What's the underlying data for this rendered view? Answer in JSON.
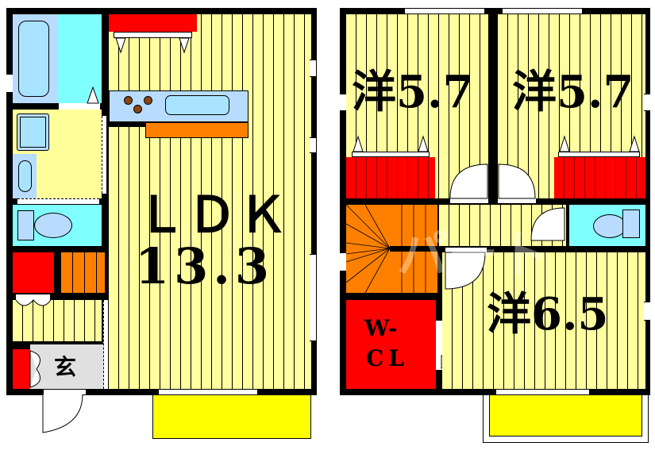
{
  "floor_plan": {
    "floors": [
      {
        "id": "floor-1",
        "rooms": [
          {
            "key": "ldk",
            "label_line1": "ＬＤＫ",
            "label_line2": "13.3",
            "type": "LDK",
            "size_jo": 13.3
          },
          {
            "key": "genkan",
            "label": "玄",
            "type": "entrance"
          },
          {
            "key": "bathroom",
            "type": "bath"
          },
          {
            "key": "washroom",
            "type": "washroom"
          },
          {
            "key": "toilet",
            "type": "toilet"
          },
          {
            "key": "storage",
            "type": "storage"
          },
          {
            "key": "stairs",
            "type": "stairs"
          },
          {
            "key": "kitchen",
            "type": "kitchen-counter"
          },
          {
            "key": "balcony",
            "type": "balcony"
          }
        ]
      },
      {
        "id": "floor-2",
        "rooms": [
          {
            "key": "western1",
            "label": "洋5.7",
            "type": "western-room",
            "size_jo": 5.7
          },
          {
            "key": "western2",
            "label": "洋5.7",
            "type": "western-room",
            "size_jo": 5.7
          },
          {
            "key": "western3",
            "label": "洋6.5",
            "type": "western-room",
            "size_jo": 6.5
          },
          {
            "key": "wcl",
            "label_line1": "W-",
            "label_line2": "CL",
            "type": "walk-in-closet"
          },
          {
            "key": "toilet",
            "type": "toilet"
          },
          {
            "key": "stairs",
            "type": "stairs"
          },
          {
            "key": "hallway",
            "type": "hallway"
          },
          {
            "key": "balcony",
            "type": "balcony"
          }
        ]
      }
    ],
    "labels": {
      "ldk_line1": "ＬＤＫ",
      "ldk_line2": "13.3",
      "genkan": "玄",
      "western1": "洋5.7",
      "western2": "洋5.7",
      "western3": "洋6.5",
      "wcl_line1": "W-",
      "wcl_line2": "CL"
    },
    "watermark": "パート",
    "colors": {
      "floor": "#ffff99",
      "wet_area": "#80ffff",
      "fixture": "#b8dcff",
      "closet": "#ff0000",
      "stairs": "#ff8000",
      "balcony": "#ffff00",
      "entrance": "#e0e0e0",
      "wall": "#000000"
    }
  }
}
